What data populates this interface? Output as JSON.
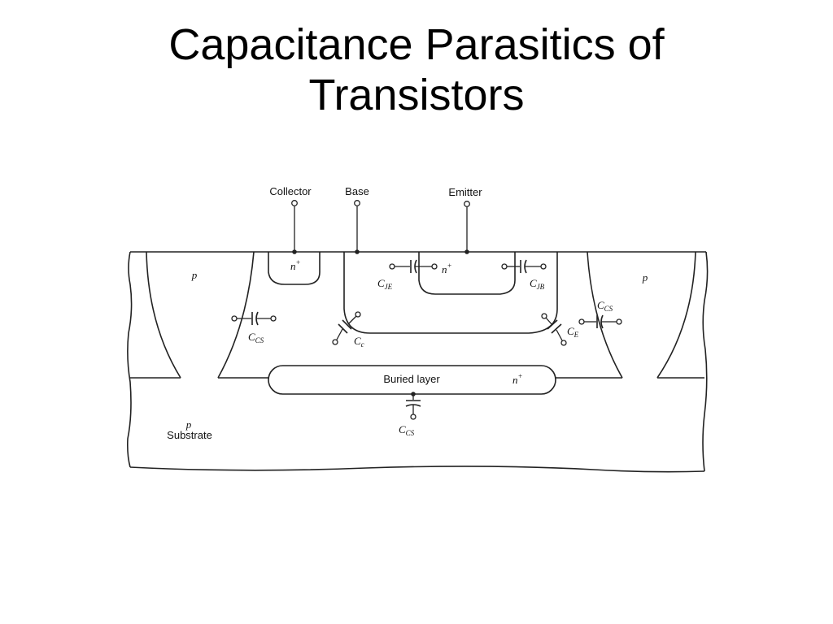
{
  "title": {
    "line1": "Capacitance Parasitics of",
    "line2": "Transistors"
  },
  "diagram": {
    "terminals": {
      "collector": "Collector",
      "base": "Base",
      "emitter": "Emitter"
    },
    "regions": {
      "p_left": "p",
      "p_right": "p",
      "n_plus_collector": "n",
      "n_plus_emitter": "n",
      "n_plus_buried": "n",
      "buried_layer": "Buried layer",
      "substrate_p": "p",
      "substrate": "Substrate"
    },
    "superscript_plus": "+",
    "capacitors": {
      "c_je": {
        "main": "C",
        "sub": "JE"
      },
      "c_jb": {
        "main": "C",
        "sub": "JB"
      },
      "c_cs_left": {
        "main": "C",
        "sub": "CS"
      },
      "c_cs_right": {
        "main": "C",
        "sub": "CS"
      },
      "c_cs_bottom": {
        "main": "C",
        "sub": "CS"
      },
      "c_c": {
        "main": "C",
        "sub": "c"
      },
      "c_e": {
        "main": "C",
        "sub": "E"
      }
    }
  }
}
